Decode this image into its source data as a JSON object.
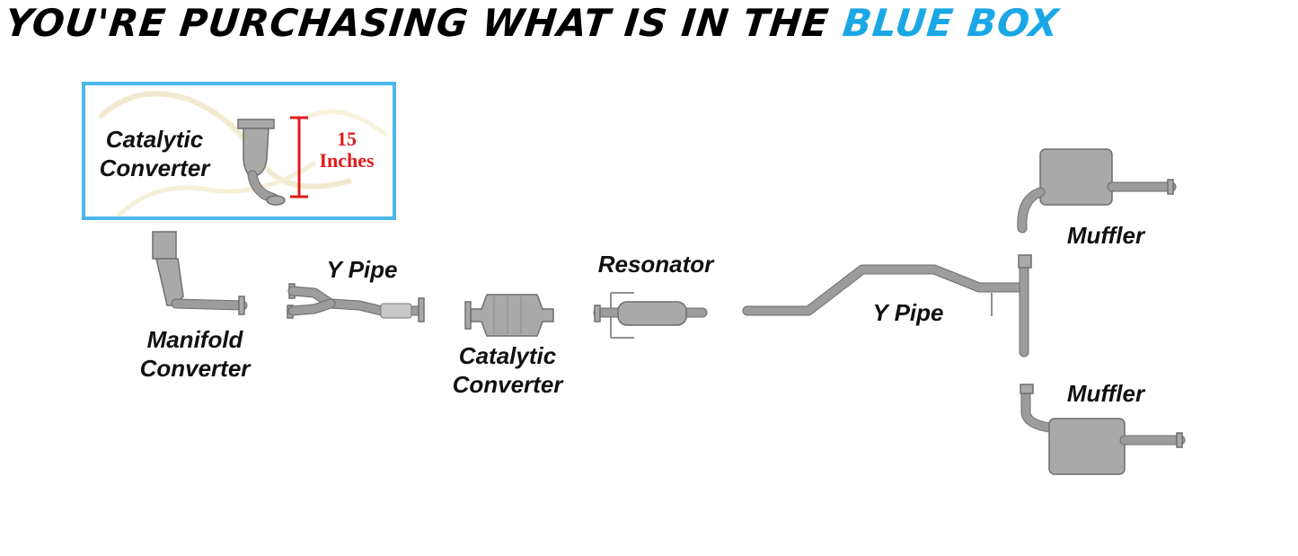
{
  "headline": {
    "prefix": "YOU'RE PURCHASING WHAT IS IN THE",
    "highlight": "BLUE BOX"
  },
  "blue_box": {
    "part_label_line1": "Catalytic",
    "part_label_line2": "Converter",
    "measure_value": "15",
    "measure_unit": "Inches"
  },
  "parts": {
    "manifold_converter": {
      "line1": "Manifold",
      "line2": "Converter"
    },
    "y_pipe_front": "Y Pipe",
    "catalytic_converter": {
      "line1": "Catalytic",
      "line2": "Converter"
    },
    "resonator": "Resonator",
    "y_pipe_rear": "Y Pipe",
    "muffler_top": "Muffler",
    "muffler_bottom": "Muffler"
  },
  "colors": {
    "highlight_blue": "#1aa7e6",
    "box_border": "#4db6ea",
    "measure_red": "#e01b1b",
    "part_gray": "#a9a9a9"
  }
}
